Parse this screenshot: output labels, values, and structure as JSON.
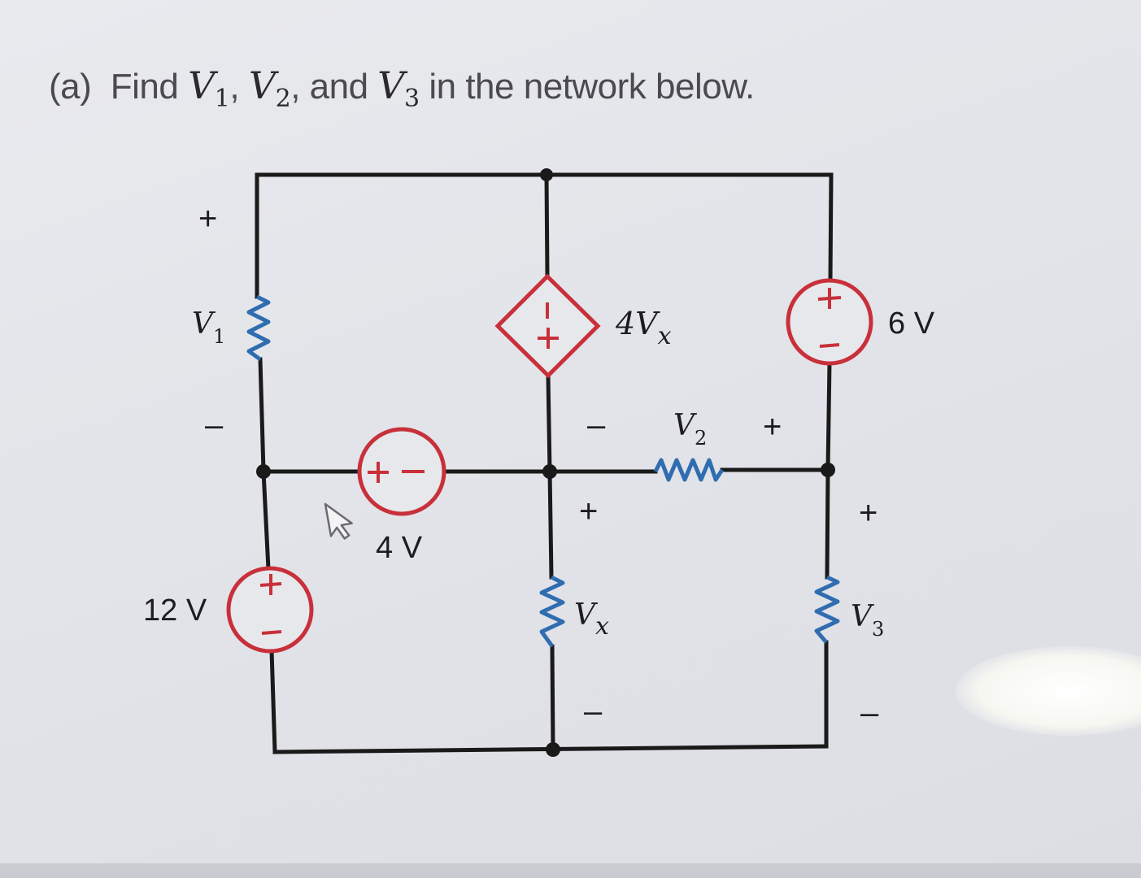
{
  "question": {
    "label": "(a)",
    "find": "Find",
    "v1": "V",
    "v1_sub": "1",
    "sep1": ",",
    "v2": "V",
    "v2_sub": "2",
    "sep2": ", and",
    "v3": "V",
    "v3_sub": "3",
    "tail": "in the network below."
  },
  "circuit": {
    "sources": {
      "left_12v": "12 V",
      "mid_4v": "4 V",
      "right_6v": "6 V",
      "dependent": "4V",
      "dependent_sub": "x"
    },
    "resistors": {
      "v1_name": "V",
      "v1_sub": "1",
      "v2_name": "V",
      "v2_sub": "2",
      "v3_name": "V",
      "v3_sub": "3",
      "vx_name": "V",
      "vx_sub": "x"
    },
    "polarity": {
      "plus": "+",
      "minus": "–"
    }
  },
  "colors": {
    "wire": "#1a1a1a",
    "source": "#c8303a",
    "resistor": "#2f6db0",
    "text": "#4a4a4f"
  }
}
